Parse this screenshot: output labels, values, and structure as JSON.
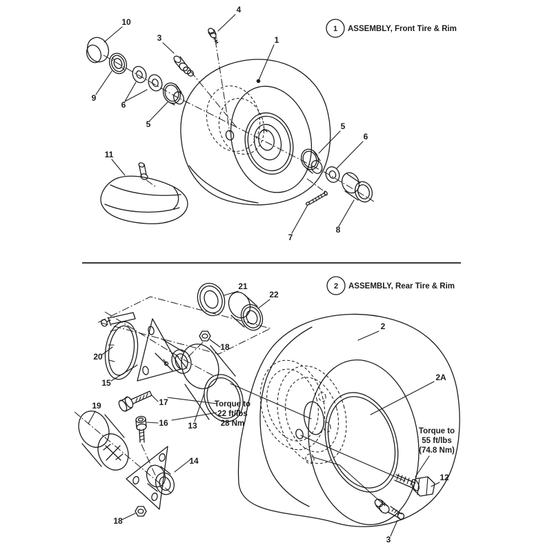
{
  "page": {
    "background": "#ffffff",
    "ink": "#1b1b1b"
  },
  "front_section": {
    "badge": "1",
    "title": "ASSEMBLY, Front Tire & Rim",
    "callouts": [
      "10",
      "4",
      "3",
      "1",
      "9",
      "6",
      "5",
      "11",
      "5",
      "6",
      "7",
      "8"
    ]
  },
  "rear_section": {
    "badge": "2",
    "title": "ASSEMBLY, Rear Tire & Rim",
    "callouts": [
      "21",
      "22",
      "2",
      "18",
      "20",
      "2A",
      "15",
      "17",
      "19",
      "16",
      "13",
      "14",
      "12",
      "18",
      "3"
    ],
    "torque_note_hub": {
      "line1": "Torque to",
      "line2": "22 ft/lbs",
      "line3": "28 Nm"
    },
    "torque_note_wheel": {
      "line1": "Torque to",
      "line2": "55 ft/lbs",
      "line3": "(74.8 Nm)"
    }
  }
}
